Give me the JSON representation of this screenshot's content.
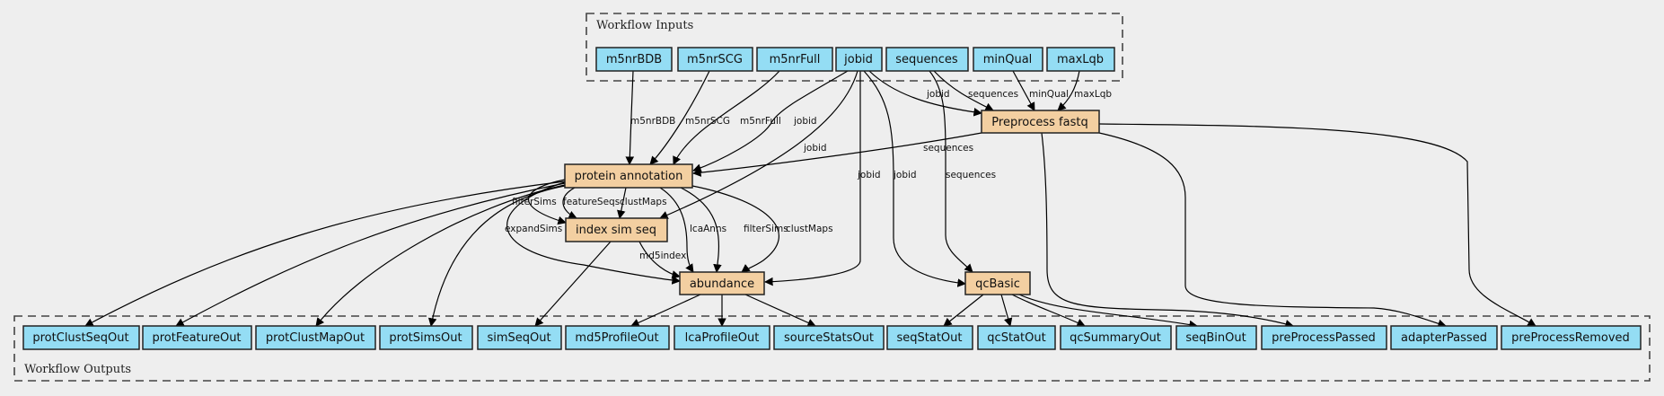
{
  "colors": {
    "background": "#eeeeee",
    "io_fill": "#94ddf4",
    "process_fill": "#f3cfa1",
    "edge": "#000000"
  },
  "clusters": {
    "inputs": {
      "label": "Workflow Inputs"
    },
    "outputs": {
      "label": "Workflow Outputs"
    }
  },
  "inputs": [
    {
      "id": "m5nrBDB",
      "label": "m5nrBDB"
    },
    {
      "id": "m5nrSCG",
      "label": "m5nrSCG"
    },
    {
      "id": "m5nrFull",
      "label": "m5nrFull"
    },
    {
      "id": "jobid",
      "label": "jobid"
    },
    {
      "id": "sequences",
      "label": "sequences"
    },
    {
      "id": "minQual",
      "label": "minQual"
    },
    {
      "id": "maxLqb",
      "label": "maxLqb"
    }
  ],
  "steps": [
    {
      "id": "preprocess",
      "label": "Preprocess fastq"
    },
    {
      "id": "protein",
      "label": "protein annotation"
    },
    {
      "id": "indexsim",
      "label": "index sim seq"
    },
    {
      "id": "abundance",
      "label": "abundance"
    },
    {
      "id": "qcBasic",
      "label": "qcBasic"
    }
  ],
  "outputs": [
    {
      "id": "protClustSeqOut",
      "label": "protClustSeqOut"
    },
    {
      "id": "protFeatureOut",
      "label": "protFeatureOut"
    },
    {
      "id": "protClustMapOut",
      "label": "protClustMapOut"
    },
    {
      "id": "protSimsOut",
      "label": "protSimsOut"
    },
    {
      "id": "simSeqOut",
      "label": "simSeqOut"
    },
    {
      "id": "md5ProfileOut",
      "label": "md5ProfileOut"
    },
    {
      "id": "lcaProfileOut",
      "label": "lcaProfileOut"
    },
    {
      "id": "sourceStatsOut",
      "label": "sourceStatsOut"
    },
    {
      "id": "seqStatOut",
      "label": "seqStatOut"
    },
    {
      "id": "qcStatOut",
      "label": "qcStatOut"
    },
    {
      "id": "qcSummaryOut",
      "label": "qcSummaryOut"
    },
    {
      "id": "seqBinOut",
      "label": "seqBinOut"
    },
    {
      "id": "preProcessPassed",
      "label": "preProcessPassed"
    },
    {
      "id": "adapterPassed",
      "label": "adapterPassed"
    },
    {
      "id": "preProcessRemoved",
      "label": "preProcessRemoved"
    }
  ],
  "edges": [
    {
      "from": "m5nrBDB",
      "to": "protein",
      "label": "m5nrBDB"
    },
    {
      "from": "m5nrSCG",
      "to": "protein",
      "label": "m5nrSCG"
    },
    {
      "from": "m5nrFull",
      "to": "protein",
      "label": "m5nrFull"
    },
    {
      "from": "jobid",
      "to": "protein",
      "label": "jobid"
    },
    {
      "from": "jobid",
      "to": "indexsim",
      "label": "jobid"
    },
    {
      "from": "jobid",
      "to": "abundance",
      "label": "jobid"
    },
    {
      "from": "jobid",
      "to": "qcBasic",
      "label": "jobid"
    },
    {
      "from": "jobid",
      "to": "preprocess",
      "label": "jobid"
    },
    {
      "from": "sequences",
      "to": "preprocess",
      "label": "sequences"
    },
    {
      "from": "sequences",
      "to": "qcBasic",
      "label": "sequences"
    },
    {
      "from": "minQual",
      "to": "preprocess",
      "label": "minQual"
    },
    {
      "from": "maxLqb",
      "to": "preprocess",
      "label": "maxLqb"
    },
    {
      "from": "preprocess",
      "to": "protein",
      "label": "sequences"
    },
    {
      "from": "protein",
      "to": "indexsim",
      "label": "filterSims"
    },
    {
      "from": "protein",
      "to": "indexsim",
      "label": "featureSeqs"
    },
    {
      "from": "protein",
      "to": "indexsim",
      "label": "clustMaps"
    },
    {
      "from": "protein",
      "to": "abundance",
      "label": "expandSims"
    },
    {
      "from": "protein",
      "to": "abundance",
      "label": "lcaAnns"
    },
    {
      "from": "protein",
      "to": "abundance",
      "label": "filterSims"
    },
    {
      "from": "protein",
      "to": "abundance",
      "label": "clustMaps"
    },
    {
      "from": "indexsim",
      "to": "abundance",
      "label": "md5index"
    },
    {
      "from": "protein",
      "to": "protClustSeqOut",
      "label": ""
    },
    {
      "from": "protein",
      "to": "protFeatureOut",
      "label": ""
    },
    {
      "from": "protein",
      "to": "protClustMapOut",
      "label": ""
    },
    {
      "from": "protein",
      "to": "protSimsOut",
      "label": ""
    },
    {
      "from": "indexsim",
      "to": "simSeqOut",
      "label": ""
    },
    {
      "from": "abundance",
      "to": "md5ProfileOut",
      "label": ""
    },
    {
      "from": "abundance",
      "to": "lcaProfileOut",
      "label": ""
    },
    {
      "from": "abundance",
      "to": "sourceStatsOut",
      "label": ""
    },
    {
      "from": "qcBasic",
      "to": "seqStatOut",
      "label": ""
    },
    {
      "from": "qcBasic",
      "to": "qcStatOut",
      "label": ""
    },
    {
      "from": "qcBasic",
      "to": "qcSummaryOut",
      "label": ""
    },
    {
      "from": "qcBasic",
      "to": "seqBinOut",
      "label": ""
    },
    {
      "from": "preprocess",
      "to": "preProcessPassed",
      "label": ""
    },
    {
      "from": "preprocess",
      "to": "adapterPassed",
      "label": ""
    },
    {
      "from": "preprocess",
      "to": "preProcessRemoved",
      "label": ""
    }
  ]
}
